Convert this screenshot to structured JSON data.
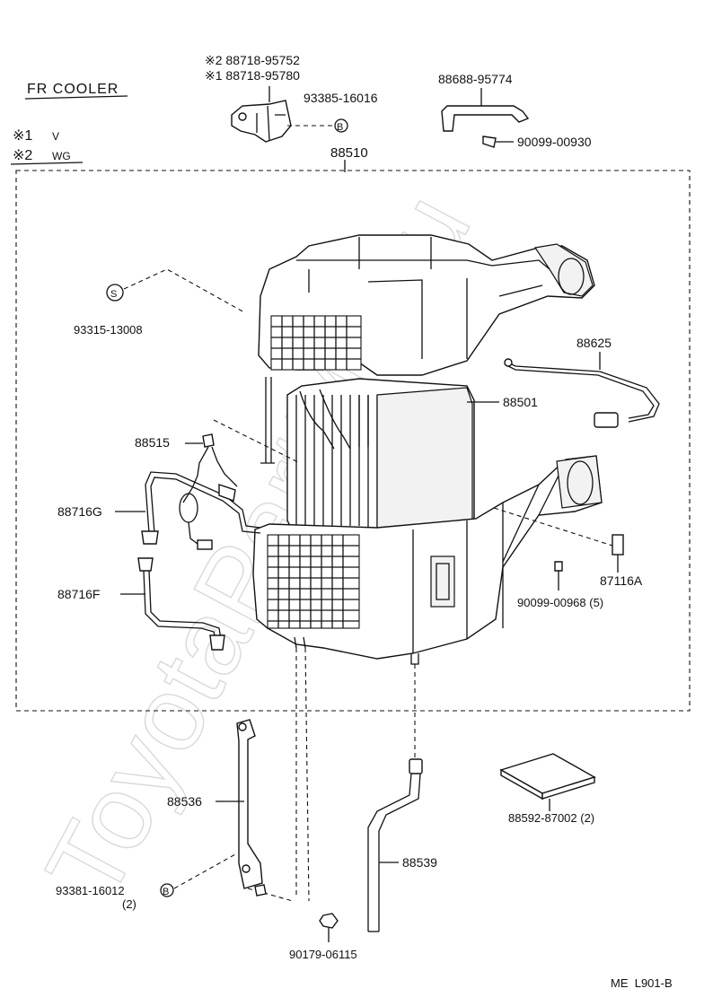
{
  "title": "FR COOLER",
  "variants": [
    {
      "mark": "※1",
      "code": "V"
    },
    {
      "mark": "※2",
      "code": "WG"
    }
  ],
  "watermark": "ToyotaPartMe.ru",
  "footer_code": "ME  L901-B",
  "labels": {
    "bracket_alt2": "※2 88718-95752",
    "bracket_alt1": "※1 88718-95780",
    "bolt_93385": "93385-16016",
    "b_marker": "B",
    "s_marker": "S",
    "bracket_88688": "88688-95774",
    "screw_90099_00930": "90099-00930",
    "assy_88510": "88510",
    "screw_93315": "93315-13008",
    "sensor_88625": "88625",
    "evap_88501": "88501",
    "thermistor_88515": "88515",
    "tube_88716G": "88716G",
    "tube_88716F": "88716F",
    "damper_87116A": "87116A",
    "screw_90099_00968": "90099-00968 (5)",
    "stay_88536": "88536",
    "drain_88539": "88539",
    "filter_88592": "88592-87002 (2)",
    "bolt_93381": "93381-16012",
    "bolt_93381_qty": "(2)",
    "nut_90179": "90179-06115"
  }
}
